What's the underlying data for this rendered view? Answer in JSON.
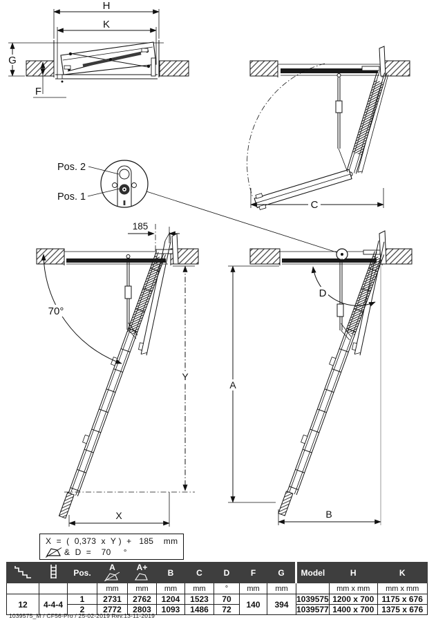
{
  "drawings": {
    "folded": {
      "dim_outer_width": "H",
      "dim_inner_width": "K",
      "dim_stack_height": "G",
      "dim_ceiling_thickness": "F"
    },
    "swing": {
      "dim_clearance": "C"
    },
    "detail": {
      "pos2": "Pos. 2",
      "pos1": "Pos. 1"
    },
    "extended": {
      "dim_hinge_offset": "185",
      "dim_angle": "70°",
      "dim_height": "Y",
      "dim_reach": "X"
    },
    "room": {
      "dim_angle": "D",
      "dim_room_height": "A",
      "dim_floor_reach": "B"
    }
  },
  "formula": {
    "line1": "X  =  (  0,373  x  Y )  +   185    mm",
    "line2": "&  D  =    70     °"
  },
  "table": {
    "col_pos": "Pos.",
    "col_a": "A",
    "col_a_plus": "A+",
    "col_b": "B",
    "col_c": "C",
    "col_d": "D",
    "col_f": "F",
    "col_g": "G",
    "col_model": "Model",
    "col_h": "H",
    "col_k": "K",
    "units_row": [
      "",
      "",
      "",
      "mm",
      "mm",
      "mm",
      "mm",
      "°",
      "mm",
      "mm",
      "",
      "mm x mm",
      "mm x mm"
    ],
    "steps_count": "12",
    "segments": "4-4-4",
    "f_value": "140",
    "g_value": "394",
    "rows": [
      {
        "pos": "1",
        "a": "2731",
        "a_plus": "2762",
        "b": "1204",
        "c": "1523",
        "d": "70",
        "model": "1039575",
        "h": "1200 x 700",
        "k": "1175 x 676"
      },
      {
        "pos": "2",
        "a": "2772",
        "a_plus": "2803",
        "b": "1093",
        "c": "1486",
        "d": "72",
        "model": "1039577",
        "h": "1400 x 700",
        "k": "1375 x 676"
      }
    ]
  },
  "footer": "1039575_M / CF56-Pro / 25-02-2019 Rev.13-11-2019",
  "colors": {
    "header_bg": "#3e3e3e",
    "header_text": "#ffffff",
    "line": "#111111",
    "door_bar": "#1a1a1a"
  }
}
